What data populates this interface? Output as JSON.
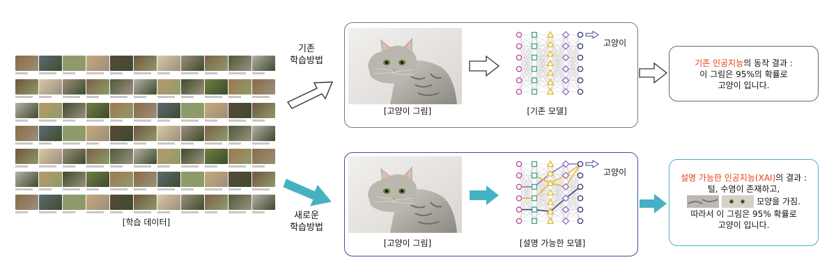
{
  "training": {
    "caption": "[학습 데이터]"
  },
  "existing": {
    "label_line1": "기존",
    "label_line2": "학습방법",
    "image_caption": "[고양이 그림]",
    "model_caption": "[기존 모델]",
    "output_label": "고양이",
    "result": {
      "highlight": "기존 인공지능",
      "rest_line1": "의 동작 결과 :",
      "line2": "이 그림은 95%의 확률로",
      "line3": "고양이 입니다."
    }
  },
  "xai": {
    "label_line1": "새로운",
    "label_line2": "학습방법",
    "image_caption": "[고양이 그림]",
    "model_caption": "[설명 가능한 모델]",
    "output_label": "고양이",
    "result": {
      "highlight": "설명 가능한 인공지능(XAI)",
      "rest_line1": "의 결과 :",
      "line2": "털, 수염이 존재하고,",
      "line3": "모양을 가짐.",
      "line4": "따라서 이 그림은 95% 확률로",
      "line5": "고양이 입니다."
    }
  },
  "colors": {
    "teal": "#45b1c2",
    "blue_border": "#3f4aa0",
    "highlight_red": "#e63a16",
    "node_pink": "#c0509a",
    "node_green": "#45a88a",
    "node_yellow": "#e6b82a",
    "node_purple": "#9a6cc4",
    "node_navy": "#3a3f80",
    "gray_border": "#666666"
  }
}
